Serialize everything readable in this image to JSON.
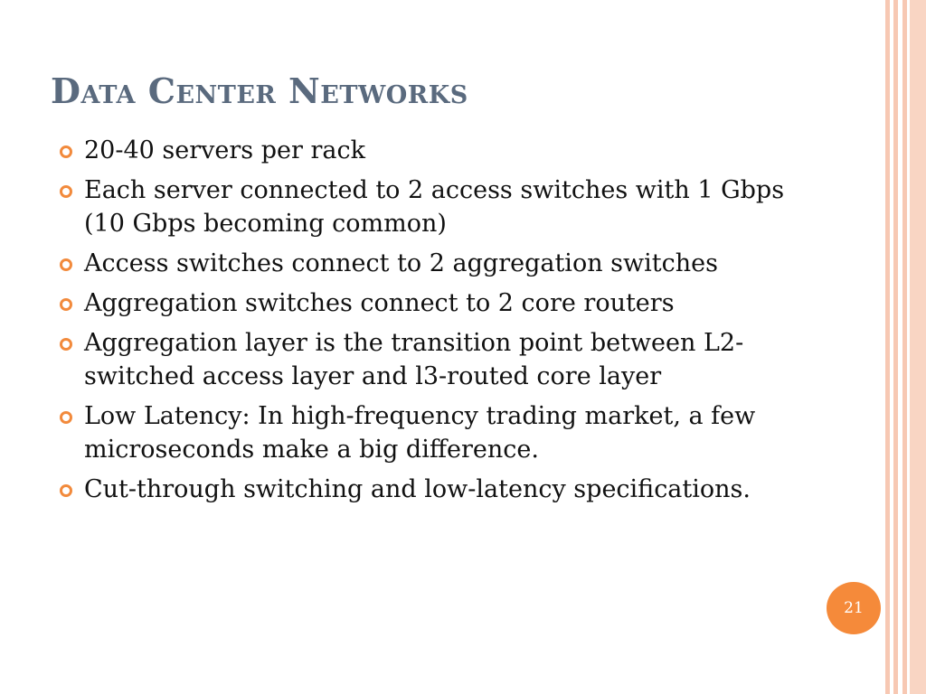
{
  "slide": {
    "title": "Data Center Networks",
    "page_number": "21",
    "accent_color": "#f28a3c",
    "title_color": "#5a6a7e",
    "stripe_color": "#f7c8b3",
    "bullet_icon": "hollow-circle-icon",
    "bullets": [
      "20-40 servers per rack",
      "Each server connected to 2 access switches with 1 Gbps  (10 Gbps becoming common)",
      "Access switches connect to 2 aggregation switches",
      "Aggregation switches connect to 2 core routers",
      "Aggregation layer is the transition point between L2-switched access layer and l3-routed core layer",
      "Low Latency: In high-frequency trading market, a few microseconds make a big difference.",
      "Cut-through switching and low-latency specifications."
    ]
  }
}
